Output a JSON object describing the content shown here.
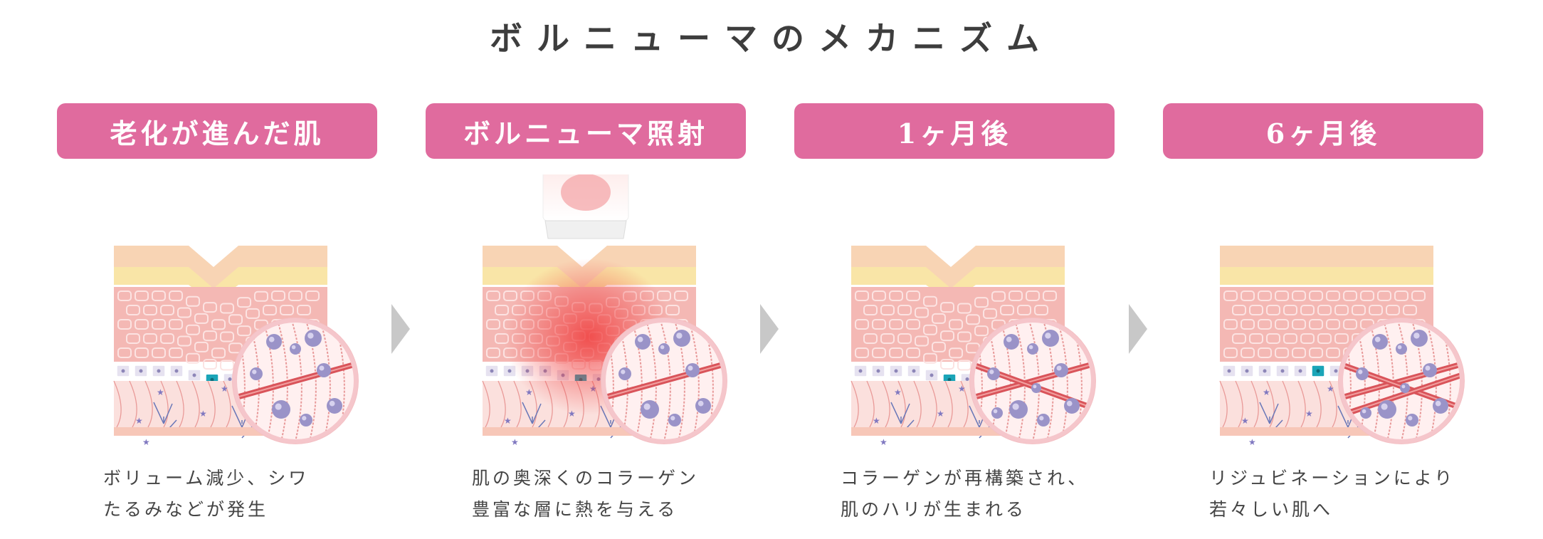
{
  "title": "ボルニューマのメカニズム",
  "colors": {
    "accent_pink": "#e06b9e",
    "arrow_gray": "#c8c8c8",
    "heat_red": "#f03c3c",
    "fiber_red": "#d9545a",
    "collagen_purple": "#9a93c8",
    "teal_cell": "#1aa5b8"
  },
  "stages": [
    {
      "label": "老化が進んだ肌",
      "desc_line1": "ボリューム減少、シワ",
      "desc_line2": "たるみなどが発生",
      "icon": "aged-skin-cross-section"
    },
    {
      "label": "ボルニューマ照射",
      "desc_line1": "肌の奥深くのコラーゲン",
      "desc_line2": "豊富な層に熱を与える",
      "icon": "radio-frequency-treatment"
    },
    {
      "label": "1ヶ月後",
      "desc_line1": "コラーゲンが再構築され、",
      "desc_line2": "肌のハリが生まれる",
      "icon": "collagen-rebuilding"
    },
    {
      "label": "6ヶ月後",
      "desc_line1": "リジュビネーションにより",
      "desc_line2": "若々しい肌へ",
      "icon": "rejuvenated-skin"
    }
  ]
}
